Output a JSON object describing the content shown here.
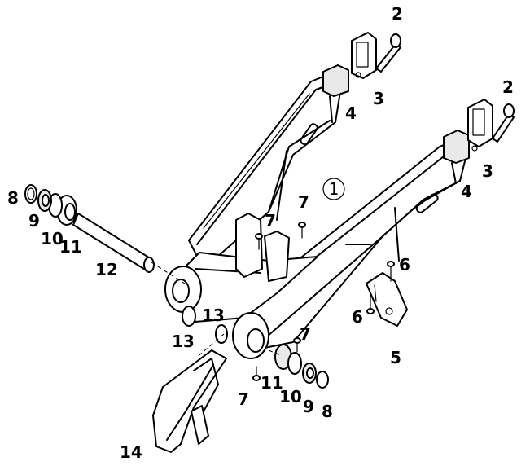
{
  "diagram": {
    "assembly_number": "1",
    "callouts": {
      "c2a": "2",
      "c3a": "3",
      "c4a": "4",
      "c2b": "2",
      "c3b": "3",
      "c4b": "4",
      "c7a": "7",
      "c7b": "7",
      "c7c": "7",
      "c7d": "7",
      "c6a": "6",
      "c6b": "6",
      "c5": "5",
      "c8a": "8",
      "c9a": "9",
      "c10a": "10",
      "c11a": "11",
      "c12": "12",
      "c13a": "13",
      "c13b": "13",
      "c11b": "11",
      "c10b": "10",
      "c9b": "9",
      "c8b": "8",
      "c14": "14"
    }
  }
}
